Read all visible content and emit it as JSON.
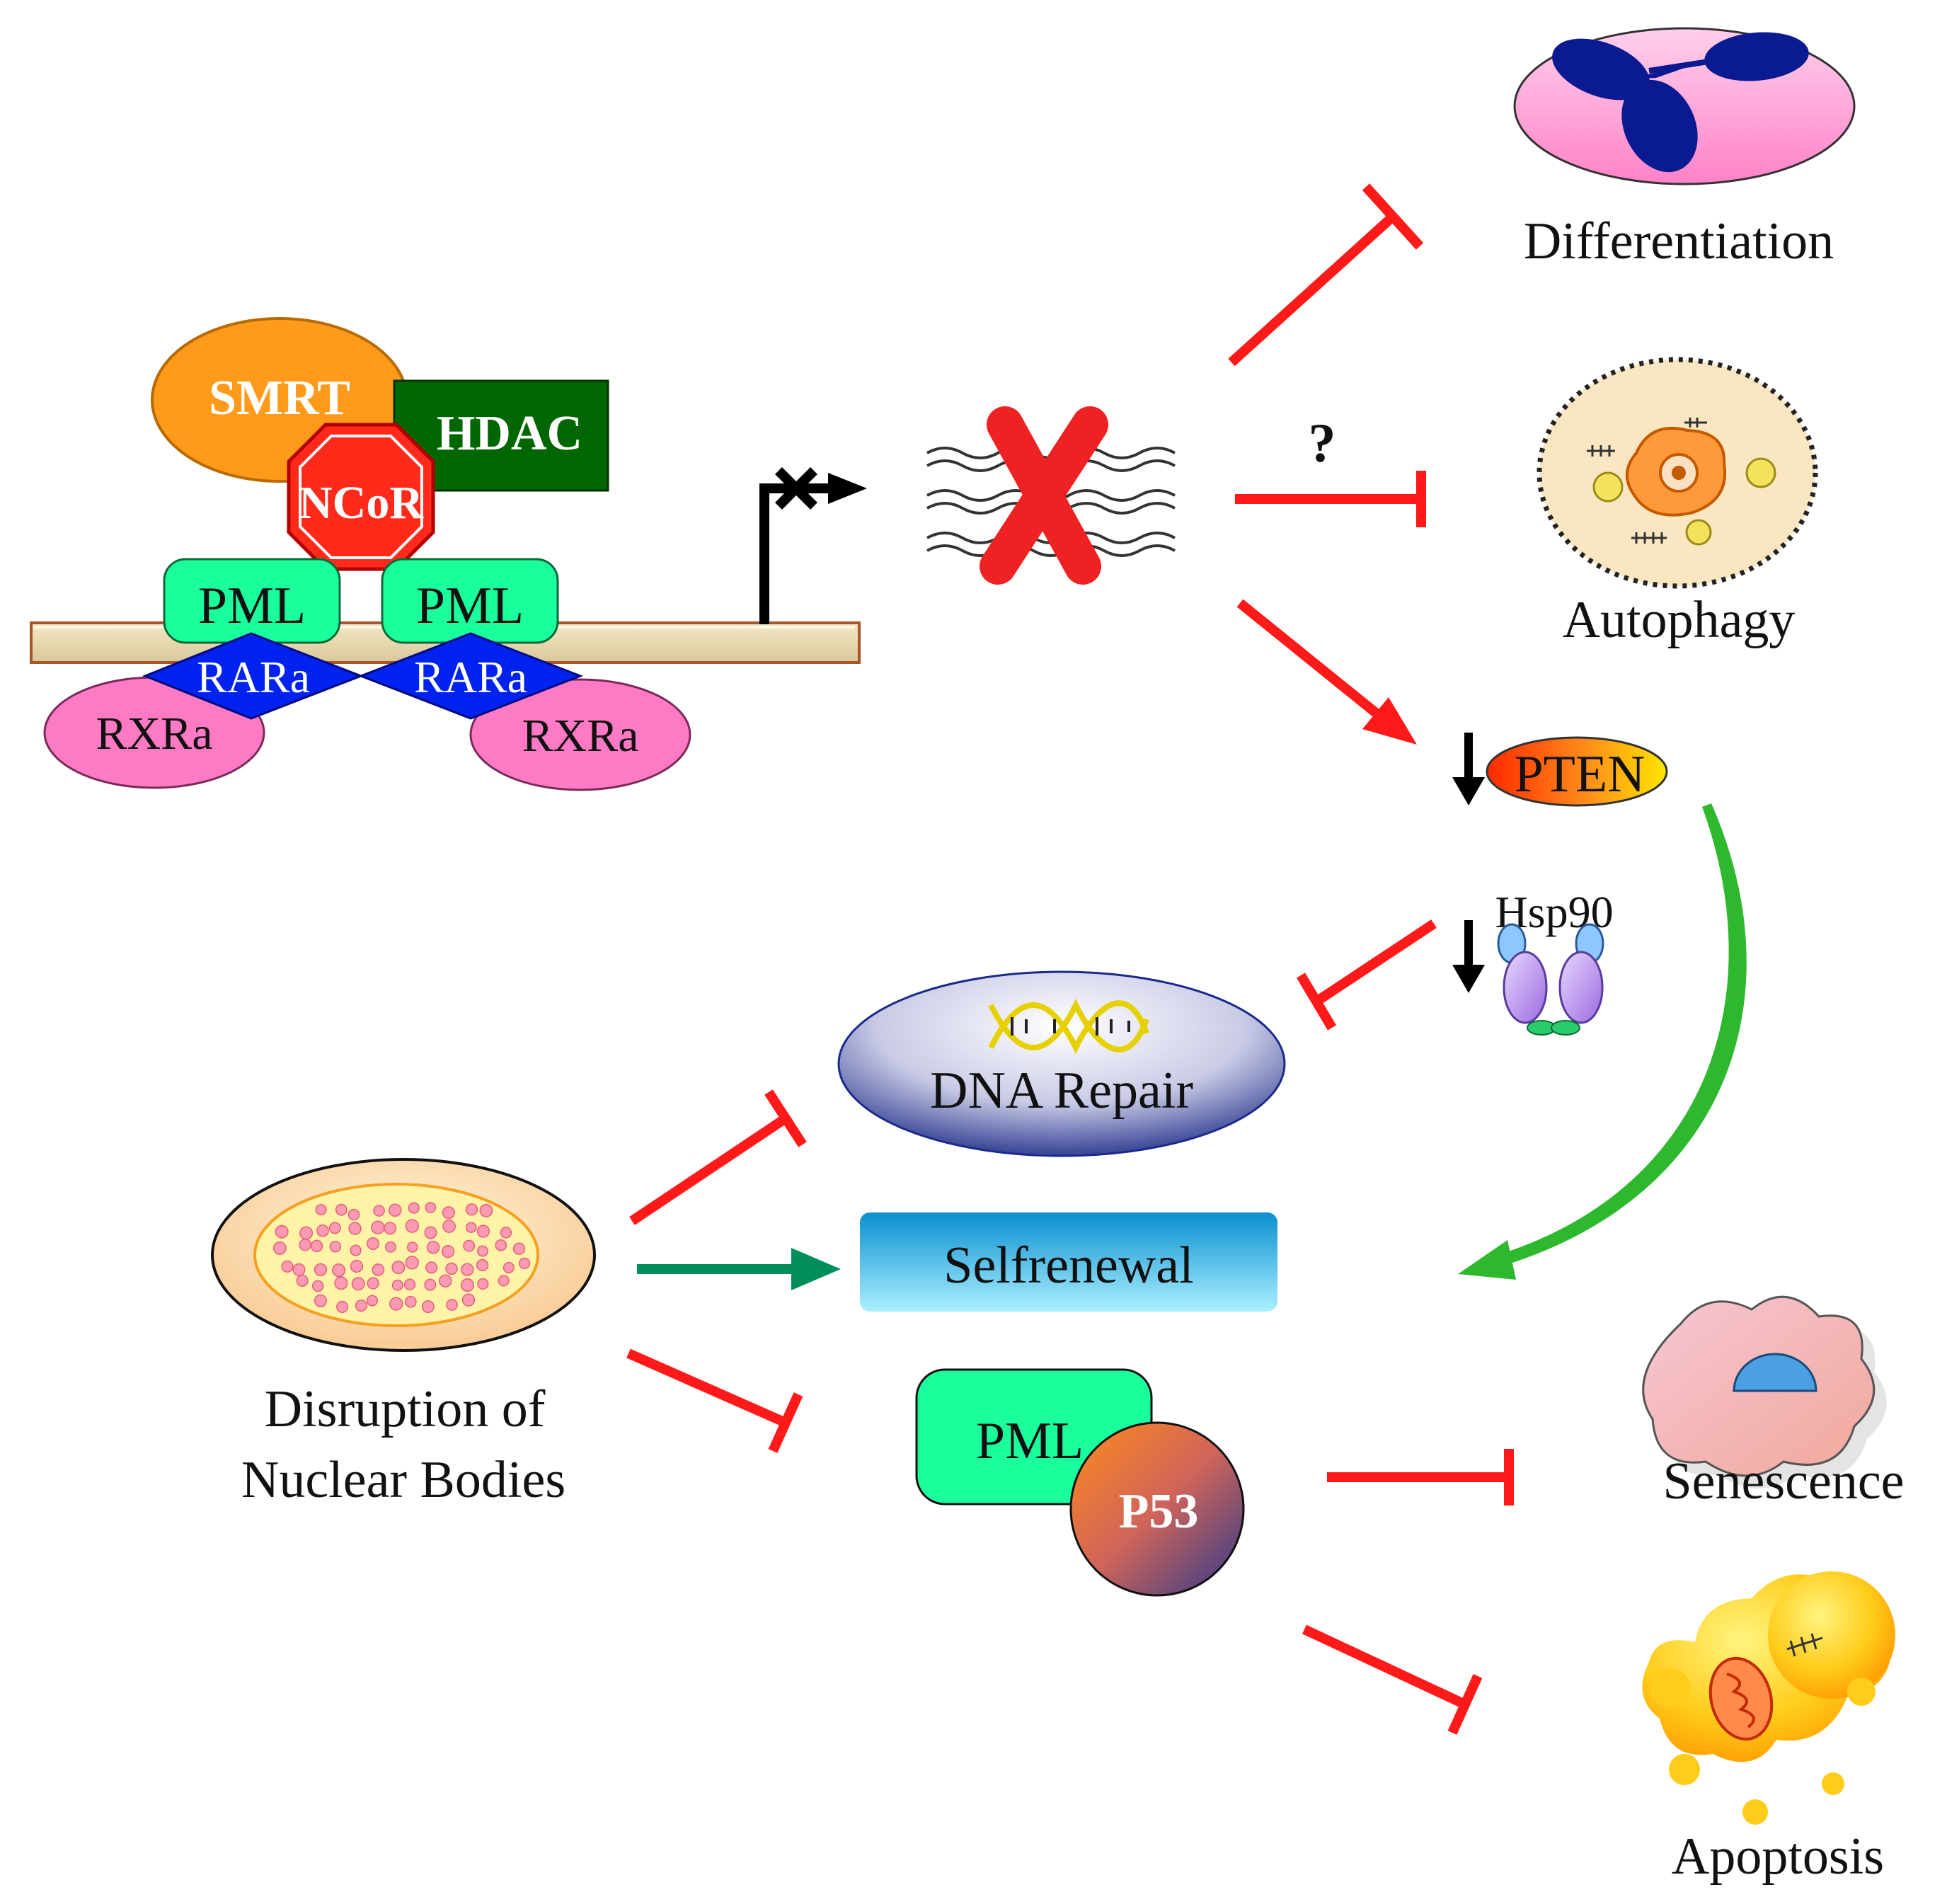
{
  "complex": {
    "smrt": "SMRT",
    "hdac": "HDAC",
    "ncor": "NCoR",
    "pml_left": "PML",
    "pml_right": "PML",
    "rara_left": "RARa",
    "rara_right": "RARa",
    "rxra_left": "RXRa",
    "rxra_right": "RXRa"
  },
  "question_mark": "?",
  "outcomes": {
    "differentiation": "Differentiation",
    "autophagy": "Autophagy",
    "pten": "PTEN",
    "hsp90": "Hsp90",
    "dna_repair": "DNA Repair",
    "selfrenewal": "Selfrenewal",
    "senescence": "Senescence",
    "apoptosis": "Apoptosis"
  },
  "nuclear_bodies": {
    "line1": "Disruption of",
    "line2": "Nuclear Bodies"
  },
  "pml_p53": {
    "pml": "PML",
    "p53": "P53"
  },
  "colors": {
    "inhibit_red": "#ff1a1a",
    "activate_green": "#008f5a",
    "pten_curve_green": "#2eb82e",
    "smrt_orange": "#ff9a1a",
    "hdac_green": "#006600",
    "ncor_red": "#ff2a1a",
    "pml_green": "#1aff9c",
    "rara_blue": "#0022ee",
    "rxra_pink": "#ff7ac4",
    "selfrenewal_blue": "#0fa8e0"
  }
}
